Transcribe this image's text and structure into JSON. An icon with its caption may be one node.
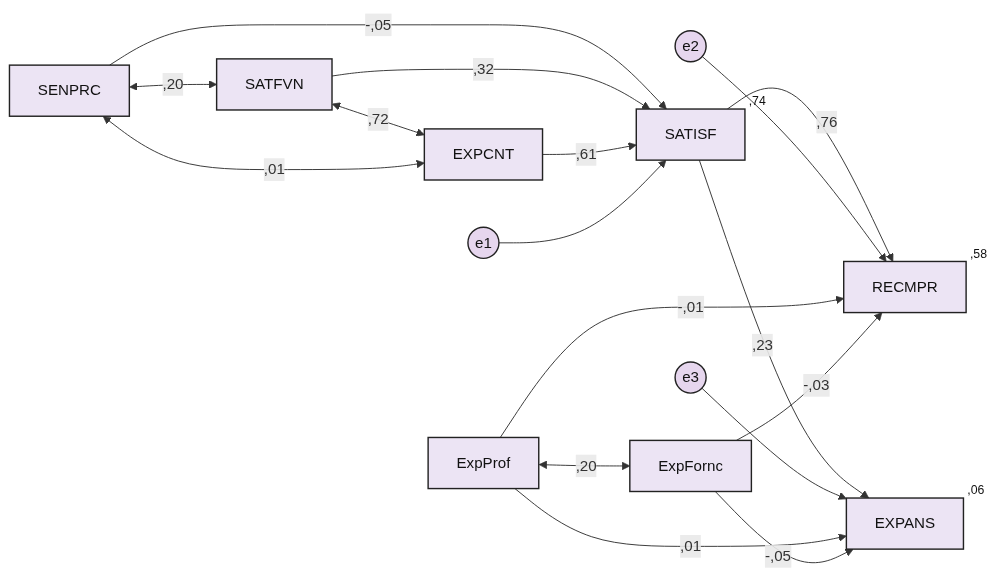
{
  "diagram": {
    "nodes": [
      {
        "text": [
          "SENPRC"
        ]
      },
      {
        "text": [
          "SATFVN"
        ]
      },
      {
        "text": [
          "EXPCNT"
        ]
      },
      {
        "text": [
          "e1"
        ]
      },
      {
        "text": [
          "SATISF"
        ],
        "beside": [
          ",74"
        ]
      },
      {
        "text": [
          "e2"
        ]
      },
      {
        "text": [
          "RECMPR"
        ],
        "beside": [
          ",58"
        ]
      },
      {
        "text": [
          "e3"
        ]
      },
      {
        "text": [
          "EXPANS"
        ],
        "beside": [
          ",06"
        ]
      },
      {
        "text": [
          "ExpProf"
        ]
      },
      {
        "text": [
          "ExpFornc"
        ]
      }
    ],
    "edges": [
      {
        "from": 0,
        "to": 1,
        "arrow": "both",
        "label": ",20"
      },
      {
        "from": 1,
        "to": 2,
        "arrow": "both",
        "label": ",72"
      },
      {
        "from": 0,
        "to": 2,
        "arrow": "both",
        "label": ",01"
      },
      {
        "from": 0,
        "to": 4,
        "arrow": "to",
        "label": "-,05"
      },
      {
        "from": 1,
        "to": 4,
        "arrow": "to",
        "label": ",32"
      },
      {
        "from": 2,
        "to": 4,
        "arrow": "to",
        "label": ",61"
      },
      {
        "from": 3,
        "to": 4,
        "arrow": "to"
      },
      {
        "from": 4,
        "to": 6,
        "arrow": "to",
        "label": ",76"
      },
      {
        "from": 5,
        "to": 6,
        "arrow": "to"
      },
      {
        "from": 4,
        "to": 8,
        "arrow": "to",
        "label": ",23"
      },
      {
        "from": 7,
        "to": 8,
        "arrow": "to"
      },
      {
        "from": 9,
        "to": 6,
        "arrow": "to",
        "label": "-,01"
      },
      {
        "from": 10,
        "to": 6,
        "arrow": "to",
        "label": "-,03"
      },
      {
        "from": 9,
        "to": 8,
        "arrow": "to",
        "label": ",01"
      },
      {
        "from": 10,
        "to": 8,
        "arrow": "to",
        "label": "-,05"
      },
      {
        "from": 9,
        "to": 10,
        "arrow": "both",
        "label": ",20"
      }
    ]
  }
}
